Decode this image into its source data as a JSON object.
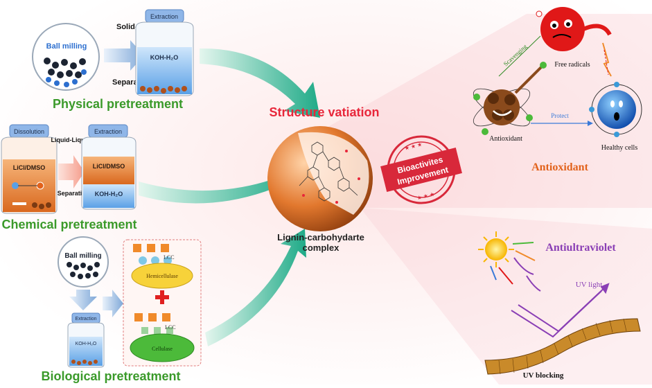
{
  "physical": {
    "ball_milling": "Ball milling",
    "solid_liquid": "Solid-Liquid",
    "separation": "Separation",
    "extraction": "Extraction",
    "solvent": "KOH-H₂O",
    "title": "Physical pretreatment"
  },
  "chemical": {
    "dissolution": "Dissolution",
    "extraction": "Extraction",
    "solvent1": "LiCl/DMSO",
    "solvent2": "LiCl/DMSO",
    "solvent3": "KOH-H₂O",
    "liquid_liquid": "Liquid-Liquid",
    "separation": "Separation",
    "title": "Chemical pretreatment"
  },
  "biological": {
    "ball_milling": "Ball milling",
    "extraction": "Extraction",
    "solvent": "KOH-H₂O",
    "lcc_top": "LCC",
    "hemicellulase": "Hemicellulase",
    "lcc_bottom": "LCC",
    "cellulase": "Cellulase",
    "title": "Biological pretreatment"
  },
  "center": {
    "structure": "Structure vatiation",
    "complex_line1": "Lignin-carbohydarte",
    "complex_line2": "complex"
  },
  "stamp": {
    "line1": "Bioactivites",
    "line2": "Improvement"
  },
  "antioxidant": {
    "scavenging": "Scavenging",
    "free_radicals": "Free radicals",
    "antioxidant_label": "Antioxidant",
    "protect": "Protect",
    "healthy_cells": "Healthy cells",
    "title": "Antioxidant"
  },
  "antiuv": {
    "title": "Antiultraviolet",
    "uv_light": "UV light",
    "uv_blocking": "UV blocking"
  },
  "colors": {
    "green_title": "#3a9a2a",
    "red_title": "#e8263a",
    "orange_title": "#e2621b",
    "purple_title": "#8a3fb5",
    "arrow_teal": "#2fb89a",
    "stamp_red": "#d8283a"
  }
}
